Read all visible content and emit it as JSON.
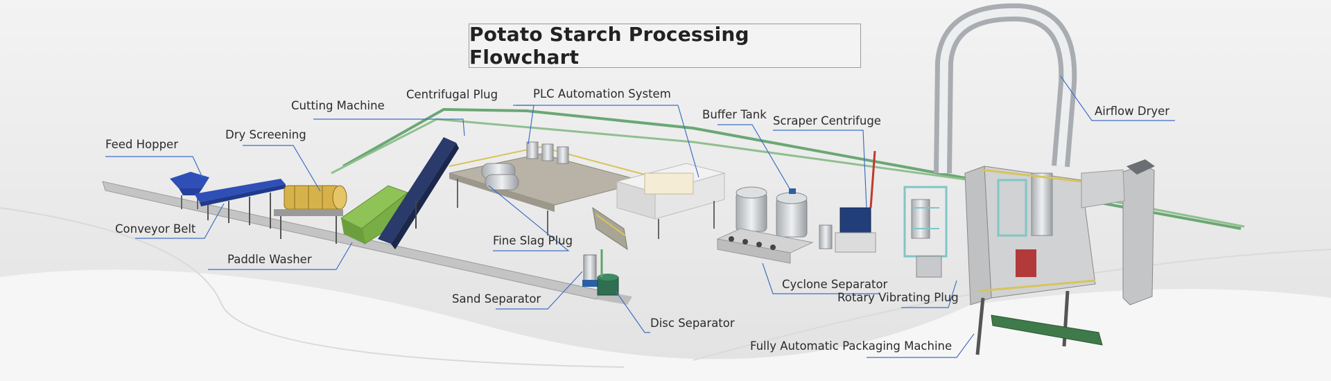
{
  "title": "Potato Starch Processing Flowchart",
  "colors": {
    "leader": "#3d6fc4",
    "pipe_green": "#5fa36a",
    "hopper_blue": "#2f4fb7",
    "tank_silver": "#c9cbcd",
    "washer_green": "#8fc357"
  },
  "labels": {
    "feed_hopper": "Feed Hopper",
    "dry_screening": "Dry Screening",
    "cutting_machine": "Cutting Machine",
    "centrifugal_plug": "Centrifugal Plug",
    "plc_automation": "PLC Automation System",
    "buffer_tank": "Buffer Tank",
    "scraper_centrifuge": "Scraper Centrifuge",
    "airflow_dryer": "Airflow Dryer",
    "conveyor_belt": "Conveyor Belt",
    "paddle_washer": "Paddle Washer",
    "fine_slag_plug": "Fine Slag Plug",
    "sand_separator": "Sand Separator",
    "disc_separator": "Disc Separator",
    "cyclone_separator": "Cyclone Separator",
    "rotary_vibrating_plug": "Rotary Vibrating Plug",
    "packaging_machine": "Fully Automatic Packaging Machine"
  }
}
